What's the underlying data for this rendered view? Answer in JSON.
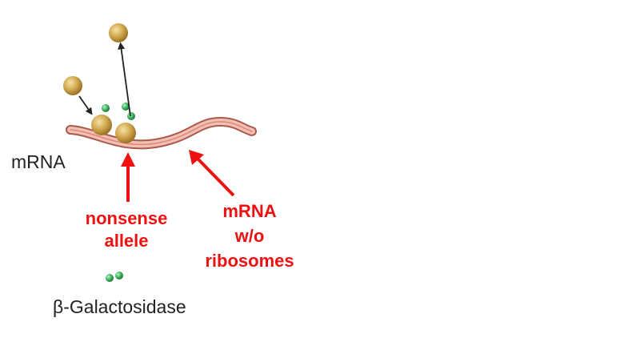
{
  "labels": {
    "mrna": "mRNA",
    "beta_gal": "β-Galactosidase",
    "nonsense_line1": "nonsense",
    "nonsense_line2": "allele",
    "no_ribo_line1": "mRNA",
    "no_ribo_line2": "w/o",
    "no_ribo_line3": "ribosomes"
  },
  "colors": {
    "annotation": "#ee1111",
    "ribosome": "#c9a24a",
    "trna": "#2fa84f",
    "mrna_strand": "#e8a79a"
  }
}
